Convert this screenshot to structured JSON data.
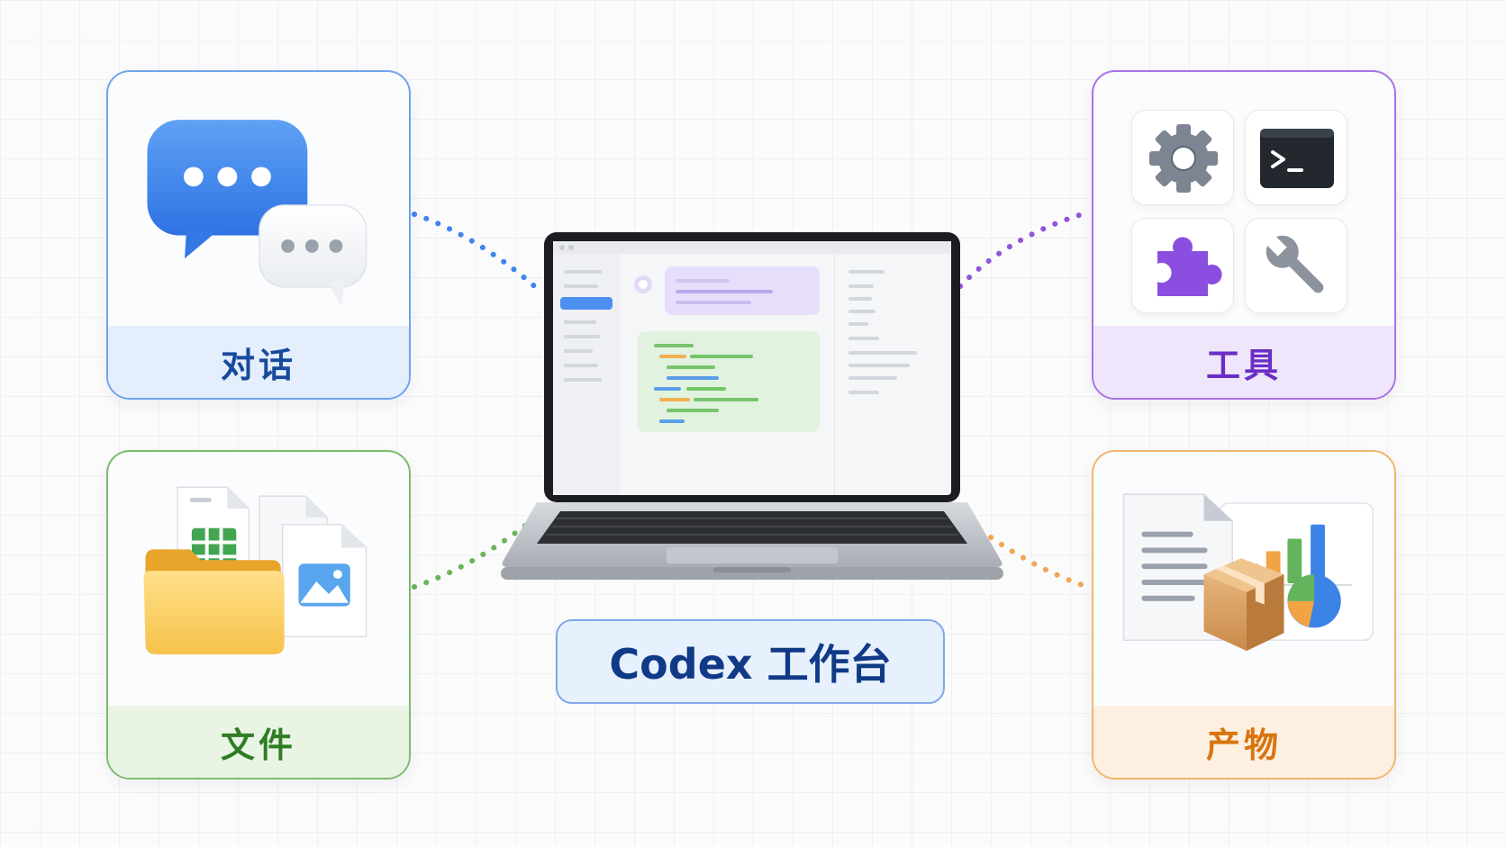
{
  "center": {
    "title": "Codex 工作台"
  },
  "cards": {
    "chat": {
      "label": "对话"
    },
    "tools": {
      "label": "工具"
    },
    "files": {
      "label": "文件"
    },
    "output": {
      "label": "产物"
    }
  },
  "icons": {
    "chat": [
      "chat-bubble-icon",
      "chat-bubble-small-icon"
    ],
    "tools": [
      "gear-icon",
      "terminal-icon",
      "puzzle-icon",
      "wrench-icon"
    ],
    "files": [
      "folder-icon",
      "spreadsheet-file-icon",
      "image-file-icon",
      "document-icon"
    ],
    "output": [
      "document-icon",
      "bar-chart-icon",
      "pie-chart-icon",
      "package-box-icon"
    ]
  },
  "colors": {
    "chat": "#3d85ea",
    "tools": "#8f56db",
    "files": "#6ab45a",
    "output": "#f3a551",
    "center": "#103a86"
  }
}
